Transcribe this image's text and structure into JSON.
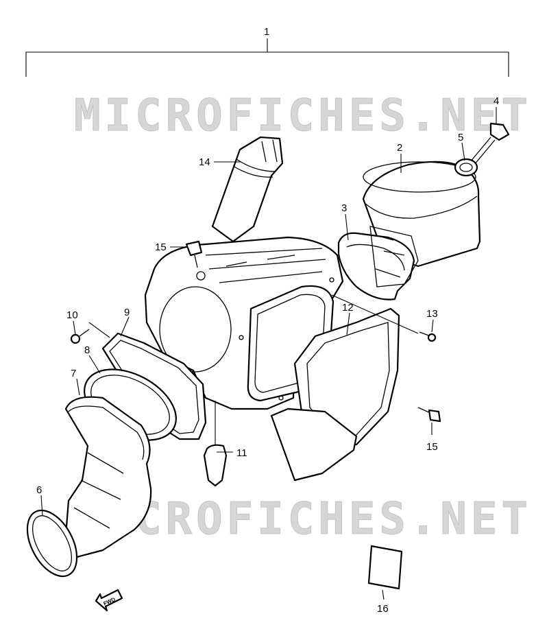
{
  "watermark": {
    "text": "MICROFICHES.NET",
    "color": "#d0d0d0"
  },
  "assembly": {
    "number": "1"
  },
  "fwd_label": "FWD",
  "callouts": {
    "c2": "2",
    "c3": "3",
    "c4": "4",
    "c5": "5",
    "c6": "6",
    "c7": "7",
    "c8": "8",
    "c9": "9",
    "c10": "10",
    "c11": "11",
    "c12": "12",
    "c13": "13",
    "c14": "14",
    "c15a": "15",
    "c15b": "15",
    "c16": "16"
  }
}
